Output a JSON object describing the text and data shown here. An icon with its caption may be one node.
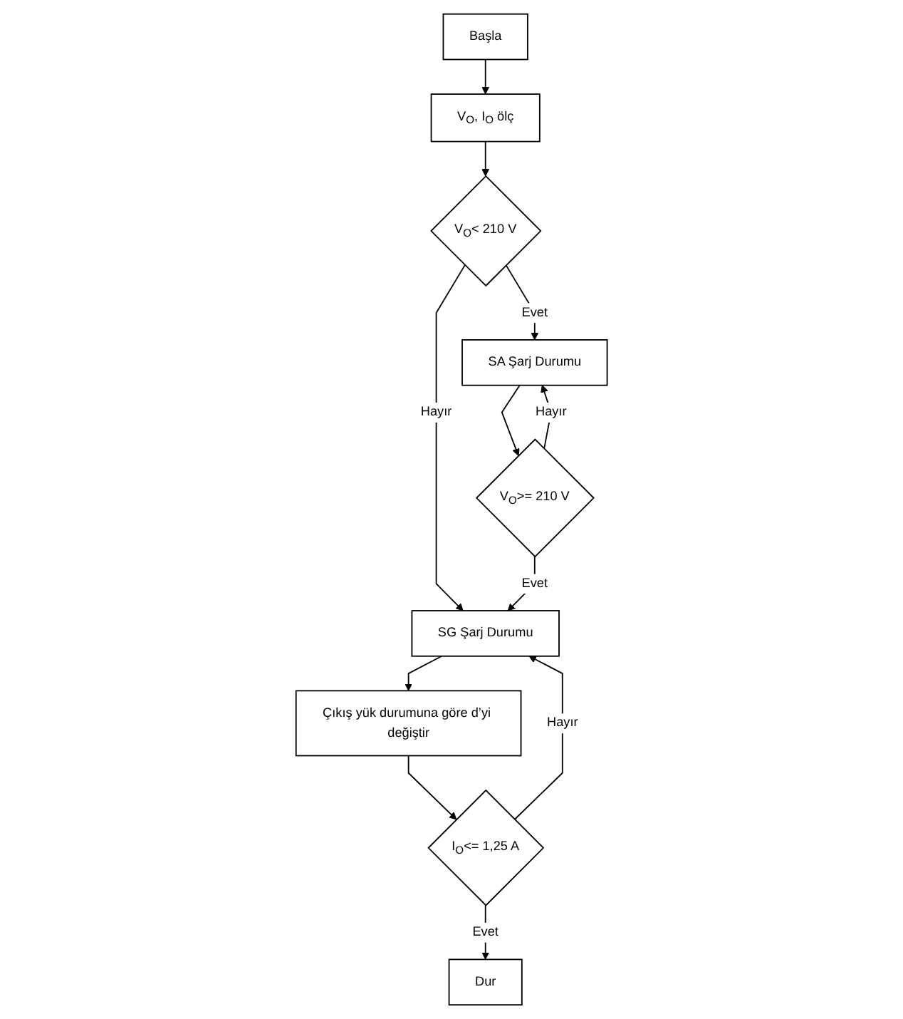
{
  "diagram": {
    "nodes": [
      {
        "text": [
          "Başla"
        ]
      },
      {
        "text": [
          "V$_{O}$, I$_{O}$ ölç"
        ]
      },
      {
        "text": [
          "V$_{O}$< 210 V"
        ]
      },
      {
        "text": [
          "SA Şarj Durumu"
        ]
      },
      {
        "text": [
          "V$_{O}$>= 210 V"
        ]
      },
      {
        "text": [
          "SG Şarj Durumu"
        ]
      },
      {
        "text": [
          "Çıkış yük durumuna göre d’yi değiştir"
        ]
      },
      {
        "text": [
          "I$_{O}$<= 1,25 A"
        ]
      },
      {
        "text": [
          "Dur"
        ]
      }
    ],
    "edges": [
      {
        "from": 0,
        "to": 1,
        "arrow": "to"
      },
      {
        "from": 1,
        "to": 2,
        "arrow": "to"
      },
      {
        "from": 2,
        "to": 3,
        "arrow": "to",
        "label": "Evet"
      },
      {
        "from": 2,
        "to": 5,
        "arrow": "to",
        "label": "Hayır"
      },
      {
        "from": 3,
        "to": 4,
        "arrow": "to"
      },
      {
        "from": 4,
        "to": 3,
        "arrow": "to",
        "label": "Hayır"
      },
      {
        "from": 4,
        "to": 5,
        "arrow": "to",
        "label": "Evet"
      },
      {
        "from": 5,
        "to": 6,
        "arrow": "to"
      },
      {
        "from": 6,
        "to": 7,
        "arrow": "to"
      },
      {
        "from": 7,
        "to": 5,
        "arrow": "to",
        "label": "Hayır"
      },
      {
        "from": 7,
        "to": 8,
        "arrow": "to",
        "label": "Evet"
      }
    ]
  }
}
